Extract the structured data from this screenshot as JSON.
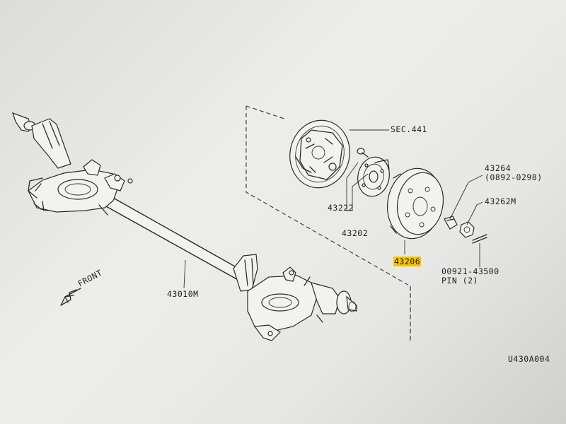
{
  "diagram": {
    "labels": {
      "sec": "SEC.441",
      "p43264": "43264",
      "p43264_range": "(0892-0298)",
      "p43262m": "43262M",
      "p43222": "43222",
      "p43202": "43202",
      "p43206": "43206",
      "p00921": "00921-43500",
      "pin": "PIN (2)",
      "p43010m": "43010M",
      "front": "FRONT",
      "figure_code": "U430A004"
    },
    "colors": {
      "highlight": "#f6c400",
      "line": "#2a2a2a",
      "paper": "#ececea"
    },
    "highlighted_part": "43206"
  }
}
